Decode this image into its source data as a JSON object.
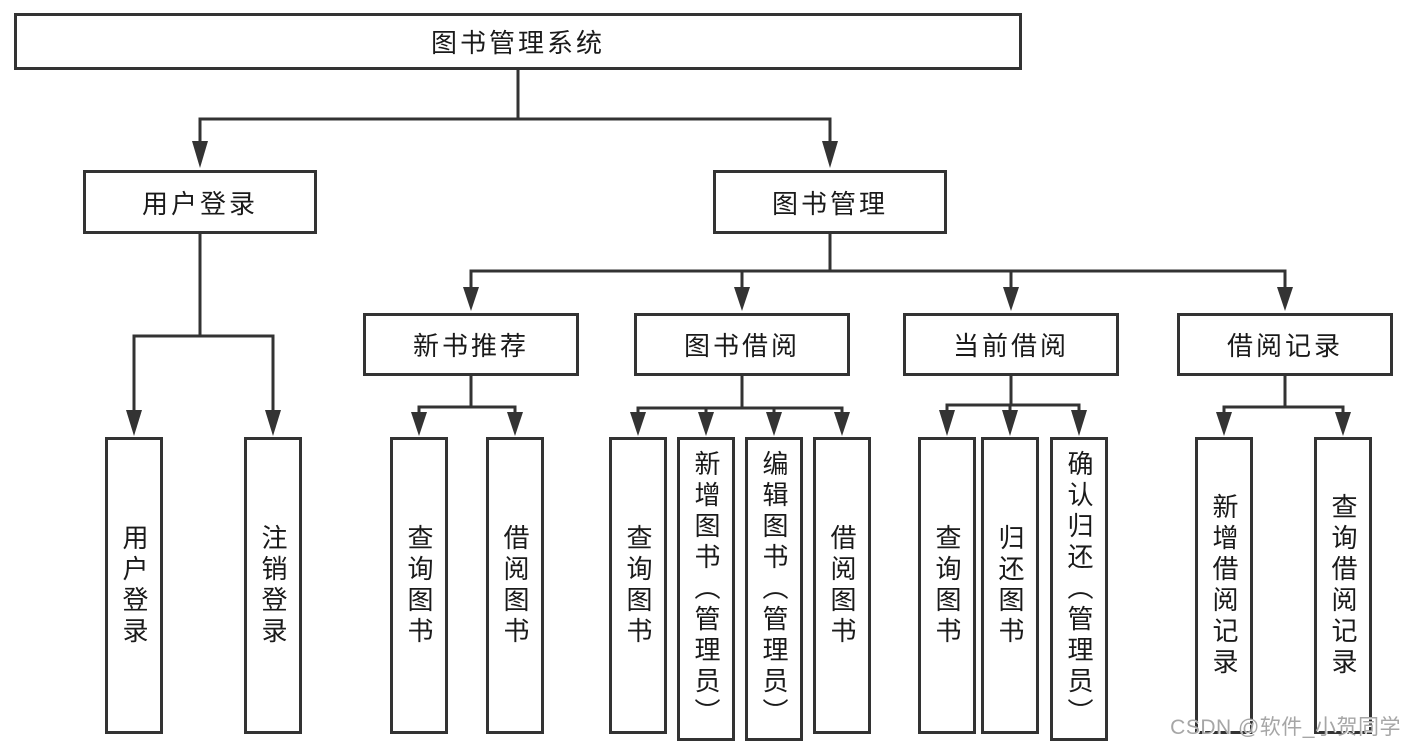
{
  "diagram_type": "hierarchy-chart",
  "tree": {
    "root": {
      "label": "图书管理系统",
      "children": [
        {
          "label": "用户登录",
          "children": [
            {
              "label": "用户登录"
            },
            {
              "label": "注销登录"
            }
          ]
        },
        {
          "label": "图书管理",
          "children": [
            {
              "label": "新书推荐",
              "children": [
                {
                  "label": "查询图书"
                },
                {
                  "label": "借阅图书"
                }
              ]
            },
            {
              "label": "图书借阅",
              "children": [
                {
                  "label": "查询图书"
                },
                {
                  "label": "新增图书（管理员）"
                },
                {
                  "label": "编辑图书（管理员）"
                },
                {
                  "label": "借阅图书"
                }
              ]
            },
            {
              "label": "当前借阅",
              "children": [
                {
                  "label": "查询图书"
                },
                {
                  "label": "归还图书"
                },
                {
                  "label": "确认归还（管理员）"
                }
              ]
            },
            {
              "label": "借阅记录",
              "children": [
                {
                  "label": "新增借阅记录"
                },
                {
                  "label": "查询借阅记录"
                }
              ]
            }
          ]
        }
      ]
    }
  },
  "watermark": {
    "text": "CSDN @软件_小贺同学"
  },
  "colors": {
    "line": "#333333",
    "border": "#333333",
    "text": "#1a1a1a",
    "watermark": "#a6a6a6",
    "background": "#ffffff"
  }
}
